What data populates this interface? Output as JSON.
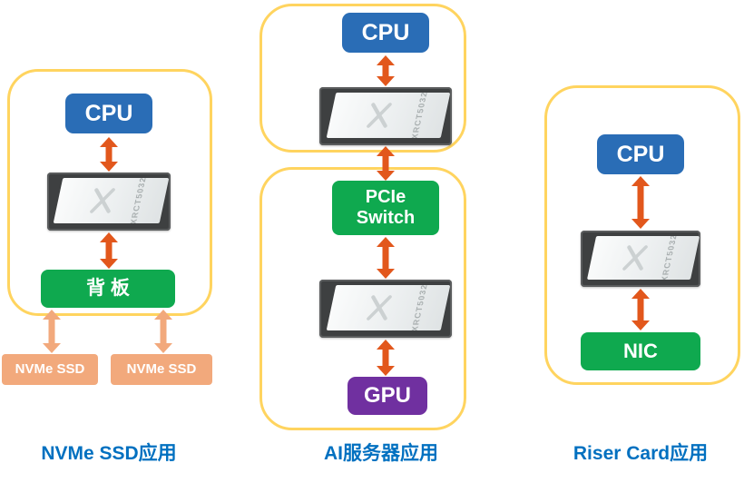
{
  "chip": {
    "label": "XRCT5032"
  },
  "colors": {
    "cpu_blue": "#2a6db6",
    "green": "#0fa94f",
    "purple": "#7030a0",
    "salmon": "#f2a97c",
    "arrow": "#e2571c",
    "yellow_border": "#ffd45f",
    "caption_blue": "#0070c0",
    "chip_dark": "#3e4041"
  },
  "sections": {
    "nvme": {
      "caption": "NVMe SSD应用",
      "cpu_label": "CPU",
      "backplane_label": "背 板",
      "ssd_left_label": "NVMe SSD",
      "ssd_right_label": "NVMe SSD"
    },
    "ai": {
      "caption": "AI服务器应用",
      "cpu_label": "CPU",
      "switch_label": "PCIe Switch",
      "gpu_label": "GPU"
    },
    "riser": {
      "caption": "Riser Card应用",
      "cpu_label": "CPU",
      "nic_label": "NIC"
    }
  }
}
